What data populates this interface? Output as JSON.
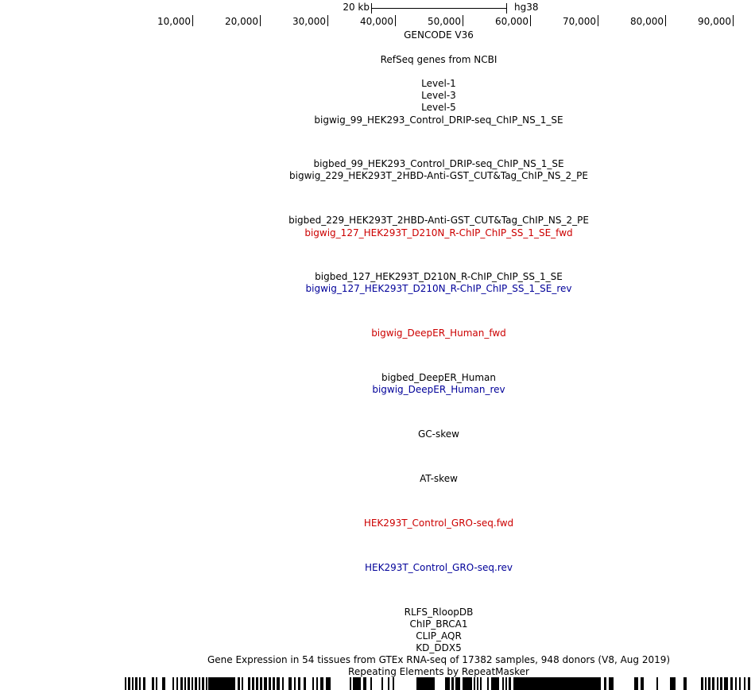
{
  "ruler": {
    "scale_label": "20 kb",
    "assembly": "hg38",
    "ticks": [
      "10,000",
      "20,000",
      "30,000",
      "40,000",
      "50,000",
      "60,000",
      "70,000",
      "80,000",
      "90,000"
    ]
  },
  "tracks": [
    {
      "label": "GENCODE V36",
      "color": "#000000"
    },
    {
      "label": "RefSeq genes from NCBI",
      "color": "#000000"
    },
    {
      "label": "Level-1",
      "color": "#000000"
    },
    {
      "label": "Level-3",
      "color": "#000000"
    },
    {
      "label": "Level-5",
      "color": "#000000"
    },
    {
      "label": "bigwig_99_HEK293_Control_DRIP-seq_ChIP_NS_1_SE",
      "color": "#000000"
    },
    {
      "label": "bigbed_99_HEK293_Control_DRIP-seq_ChIP_NS_1_SE",
      "color": "#000000"
    },
    {
      "label": "bigwig_229_HEK293T_2HBD-Anti-GST_CUT&Tag_ChIP_NS_2_PE",
      "color": "#000000"
    },
    {
      "label": "bigbed_229_HEK293T_2HBD-Anti-GST_CUT&Tag_ChIP_NS_2_PE",
      "color": "#000000"
    },
    {
      "label": "bigwig_127_HEK293T_D210N_R-ChIP_ChIP_SS_1_SE_fwd",
      "color": "#cc0000"
    },
    {
      "label": "bigbed_127_HEK293T_D210N_R-ChIP_ChIP_SS_1_SE",
      "color": "#000000"
    },
    {
      "label": "bigwig_127_HEK293T_D210N_R-ChIP_ChIP_SS_1_SE_rev",
      "color": "#000099"
    },
    {
      "label": "bigwig_DeepER_Human_fwd",
      "color": "#cc0000"
    },
    {
      "label": "bigbed_DeepER_Human",
      "color": "#000000"
    },
    {
      "label": "bigwig_DeepER_Human_rev",
      "color": "#000099"
    },
    {
      "label": "GC-skew",
      "color": "#000000"
    },
    {
      "label": "AT-skew",
      "color": "#000000"
    },
    {
      "label": "HEK293T_Control_GRO-seq.fwd",
      "color": "#cc0000"
    },
    {
      "label": "HEK293T_Control_GRO-seq.rev",
      "color": "#000099"
    },
    {
      "label": "RLFS_RloopDB",
      "color": "#000000"
    },
    {
      "label": "ChIP_BRCA1",
      "color": "#000000"
    },
    {
      "label": "CLIP_AQR",
      "color": "#000000"
    },
    {
      "label": "KD_DDX5",
      "color": "#000000"
    },
    {
      "label": "Gene Expression in 54 tissues from GTEx RNA-seq of 17382 samples, 948 donors (V8, Aug 2019)",
      "color": "#000000"
    },
    {
      "label": "Repeating Elements by RepeatMasker",
      "color": "#000000"
    }
  ]
}
